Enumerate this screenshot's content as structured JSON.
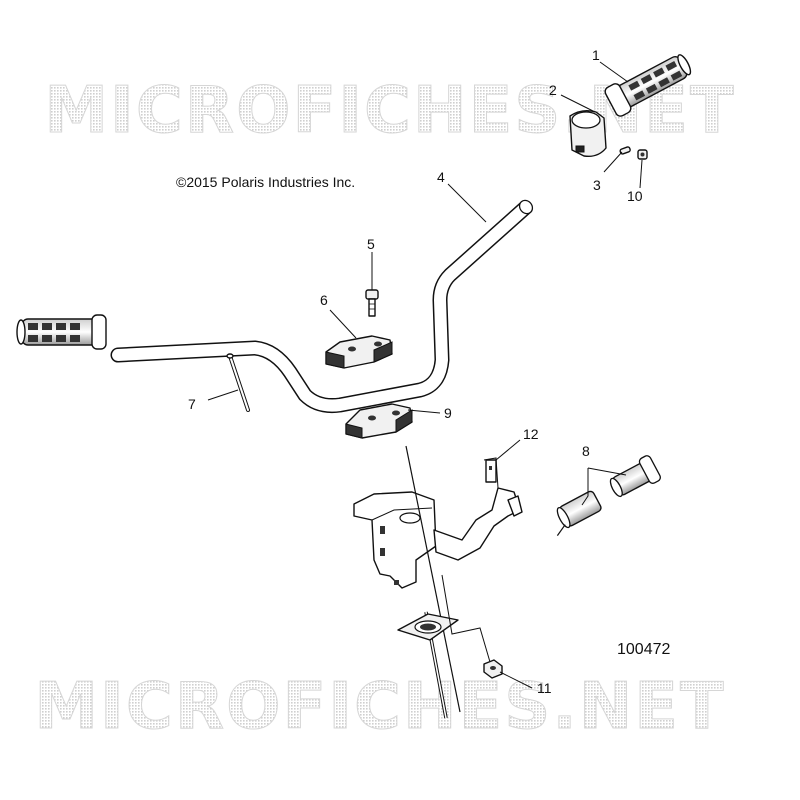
{
  "watermark": {
    "top": "MICROFICHES.NET",
    "bottom": "MICROFICHES.NET"
  },
  "copyright": "©2015 Polaris Industries Inc.",
  "diagram_number": "100472",
  "callouts": {
    "c1": "1",
    "c2": "2",
    "c3": "3",
    "c4": "4",
    "c5": "5",
    "c6": "6",
    "c7": "7",
    "c8": "8",
    "c9": "9",
    "c10": "10",
    "c11": "11",
    "c12": "12"
  }
}
